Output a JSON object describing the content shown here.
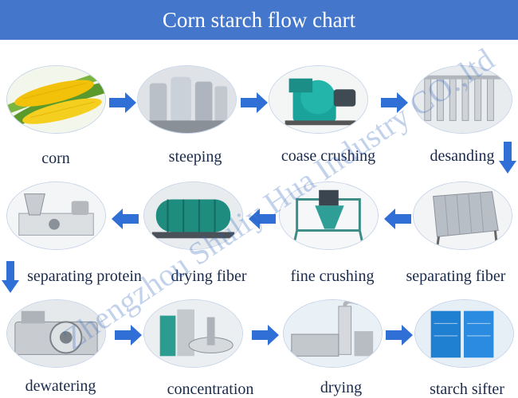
{
  "header": {
    "title": "Corn starch flow chart"
  },
  "steps": [
    {
      "id": "corn",
      "label": "corn"
    },
    {
      "id": "steeping",
      "label": "steeping"
    },
    {
      "id": "coase-crushing",
      "label": "coase crushing"
    },
    {
      "id": "desanding",
      "label": "desanding"
    },
    {
      "id": "separating-fiber",
      "label": "separating fiber"
    },
    {
      "id": "fine-crushing",
      "label": "fine crushing"
    },
    {
      "id": "drying-fiber",
      "label": "drying fiber"
    },
    {
      "id": "separating-protein",
      "label": "separating protein"
    },
    {
      "id": "dewatering",
      "label": "dewatering"
    },
    {
      "id": "concentration",
      "label": "concentration"
    },
    {
      "id": "drying",
      "label": "drying"
    },
    {
      "id": "starch-sifter",
      "label": "starch sifter"
    }
  ],
  "watermark": {
    "text": "Zhengzhou Shuliy Hua Industry CO.,ltd"
  },
  "colors": {
    "header": "#4477cc",
    "arrow": "#2f6fd6"
  }
}
